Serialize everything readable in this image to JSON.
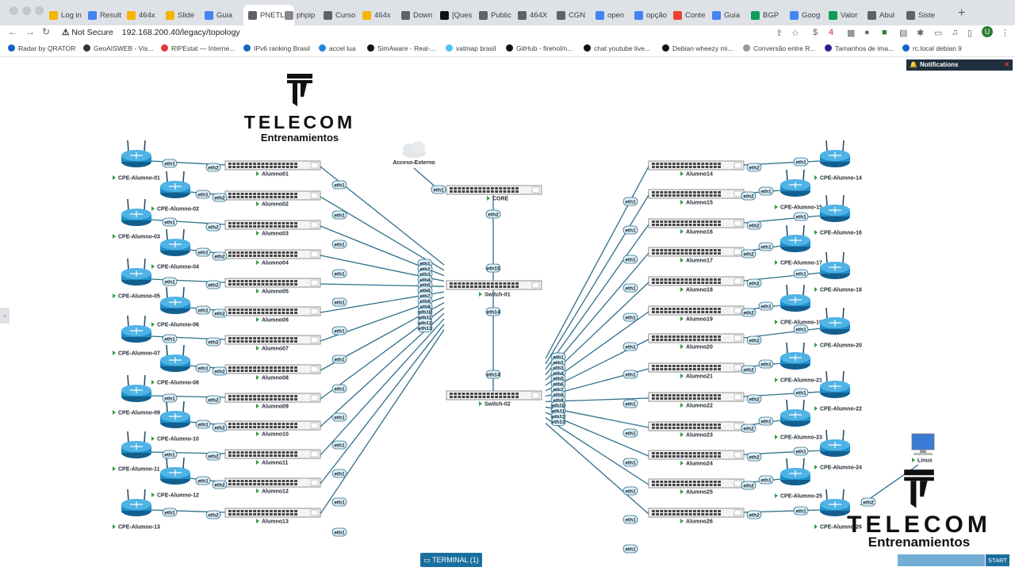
{
  "browser": {
    "tabs": [
      "Log in",
      "Result",
      "464x",
      "Slide",
      "Guia",
      "PNETLab",
      "phpip",
      "Curso",
      "464x",
      "Down",
      "[Ques",
      "Public",
      "464X",
      "CGN",
      "open",
      "opção",
      "Conte",
      "Guia",
      "BGP",
      "Goog",
      "Valor",
      "Abul",
      "Siste"
    ],
    "active_tab": 5,
    "url_security": "Not Secure",
    "url": "192.168.200.40/legacy/topology",
    "bookmarks": [
      "Radar by QRATOR",
      "GeoAISWEB - Vis...",
      "RIPEstat — Interne...",
      "IPv6 ranking Brasil",
      "accel lua",
      "SimAware - Real-...",
      "vatmap brasil",
      "GitHub - firehol/n...",
      "chat youtube live...",
      "Debian wheezy mi...",
      "Conversão entre R...",
      "Tamanhos de ima...",
      "rc.local debian 9"
    ]
  },
  "notifications": {
    "label": "Notifications"
  },
  "logo": {
    "brand": "TELECOM",
    "tagline": "Entrenamientos"
  },
  "topology": {
    "cloud": {
      "label": "Acceso-Externo",
      "port": "eth1"
    },
    "core": {
      "label": "CORE",
      "ports": [
        "eth1",
        "eth2"
      ]
    },
    "switch01": {
      "label": "Switch-01",
      "uplink": "eth15",
      "downlink": "eth14",
      "ports": [
        "eth1",
        "eth2",
        "eth3",
        "eth4",
        "eth5",
        "eth6",
        "eth7",
        "eth8",
        "eth9",
        "eth10",
        "eth11",
        "eth12",
        "eth13"
      ]
    },
    "switch02": {
      "label": "Switch-02",
      "uplink": "eth14",
      "ports": [
        "eth1",
        "eth2",
        "eth3",
        "eth4",
        "eth5",
        "eth6",
        "eth7",
        "eth8",
        "eth9",
        "eth10",
        "eth11",
        "eth12",
        "eth13"
      ]
    },
    "left_cpes": [
      "CPE-Alumno-01",
      "CPE-Alumno-02",
      "CPE-Alumno-03",
      "CPE-Alumno-04",
      "CPE-Alumno-05",
      "CPE-Alumno-06",
      "CPE-Alumno-07",
      "CPE-Alumno-08",
      "CPE-Alumno-09",
      "CPE-Alumno-10",
      "CPE-Alumno-11",
      "CPE-Alumno-12",
      "CPE-Alumno-13"
    ],
    "left_routers": [
      "Alumno01",
      "Alumno02",
      "Alumno03",
      "Alumno04",
      "Alumno05",
      "Alumno06",
      "Alumno07",
      "Alumno08",
      "Alumno09",
      "Alumno10",
      "Alumno11",
      "Alumno12",
      "Alumno13"
    ],
    "right_cpes": [
      "CPE-Alumno-14",
      "CPE-Alumno-15",
      "CPE-Alumno-16",
      "CPE-Alumno-17",
      "CPE-Alumno-18",
      "CPE-Alumno-19",
      "CPE-Alumno-20",
      "CPE-Alumno-21",
      "CPE-Alumno-22",
      "CPE-Alumno-23",
      "CPE-Alumno-24",
      "CPE-Alumno-25",
      "CPE-Alumno-26"
    ],
    "right_routers": [
      "Alumno14",
      "Alumno15",
      "Alumno16",
      "Alumno17",
      "Alumno18",
      "Alumno19",
      "Alumno20",
      "Alumno21",
      "Alumno22",
      "Alumno23",
      "Alumno24",
      "Alumno25",
      "Alumno26"
    ],
    "port_eth1": "eth1",
    "port_eth2": "eth2",
    "linux": {
      "label": "Linux"
    }
  },
  "footer": {
    "terminal": "TERMINAL (1)",
    "start": "START"
  },
  "colors": {
    "link": "#2f6f8a",
    "router": "#1f8fc8",
    "port_fill": "#dff0f7",
    "port_stroke": "#2f6f8a",
    "status_green": "#2ea043",
    "notif_bg": "#1f2f3d",
    "button": "#1b6f9f"
  }
}
